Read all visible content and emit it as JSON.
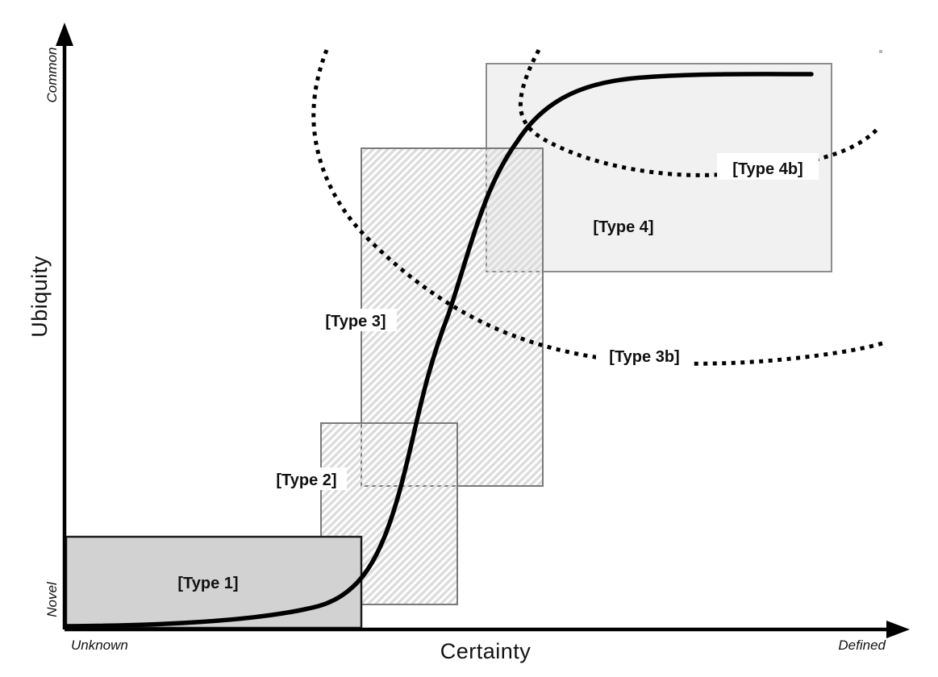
{
  "diagram": {
    "x_axis": {
      "title": "Certainty",
      "left_label": "Unknown",
      "right_label": "Defined"
    },
    "y_axis": {
      "title": "Ubiquity",
      "bottom_label": "Novel",
      "top_label": "Common"
    },
    "labels": {
      "type1": "[Type 1]",
      "type2": "[Type 2]",
      "type3": "[Type 3]",
      "type4": "[Type 4]",
      "type3b": "[Type 3b]",
      "type4b": "[Type 4b]"
    },
    "colors": {
      "background": "#ffffff",
      "axis": "#000000",
      "curve": "#000000",
      "dotted_curve": "#000000",
      "type1_fill": "#d2d2d2",
      "type1_border": "#1a1a1a",
      "type4_fill": "#f1f1f1",
      "box_border": "#7a7a7a",
      "hatch_stripe": "#dcdcdc",
      "label_knockout": "#ffffff"
    }
  },
  "chart_data": {
    "type": "line",
    "title": "",
    "xlabel": "Certainty",
    "ylabel": "Ubiquity",
    "x_range_labels": [
      "Unknown",
      "Defined"
    ],
    "y_range_labels": [
      "Novel",
      "Common"
    ],
    "grid": false,
    "legend": "none",
    "series": [
      {
        "name": "ubiquity-certainty-s-curve",
        "style": "solid",
        "points_pct": [
          [
            0.2,
            0.5
          ],
          [
            21.1,
            1.6
          ],
          [
            30.2,
            3.9
          ],
          [
            36.1,
            10.1
          ],
          [
            39.6,
            22.0
          ],
          [
            42.2,
            36.8
          ],
          [
            45.7,
            52.8
          ],
          [
            49.4,
            68.3
          ],
          [
            53.8,
            81.6
          ],
          [
            60.9,
            90.1
          ],
          [
            70.2,
            92.6
          ],
          [
            88.9,
            93.0
          ]
        ]
      },
      {
        "name": "[Type 3b] boundary",
        "style": "dotted",
        "points_pct": [
          [
            31.2,
            97.0
          ],
          [
            29.8,
            83.1
          ],
          [
            31.9,
            73.5
          ],
          [
            36.0,
            65.6
          ],
          [
            43.6,
            56.5
          ],
          [
            52.3,
            49.8
          ],
          [
            62.4,
            45.5
          ],
          [
            73.9,
            44.3
          ],
          [
            87.3,
            45.5
          ],
          [
            97.6,
            48.0
          ]
        ]
      },
      {
        "name": "[Type 4b] boundary",
        "style": "dotted",
        "points_pct": [
          [
            56.4,
            97.0
          ],
          [
            54.3,
            86.8
          ],
          [
            57.6,
            81.6
          ],
          [
            64.1,
            78.1
          ],
          [
            72.2,
            76.2
          ],
          [
            86.9,
            77.9
          ],
          [
            96.7,
            83.8
          ]
        ]
      }
    ],
    "regions": [
      {
        "label": "[Type 1]",
        "fill": "solid-gray",
        "x_pct": [
          0.2,
          35.3
        ],
        "y_pct": [
          0.3,
          15.5
        ]
      },
      {
        "label": "[Type 2]",
        "fill": "hatched",
        "x_pct": [
          30.5,
          46.7
        ],
        "y_pct": [
          4.2,
          34.5
        ]
      },
      {
        "label": "[Type 3]",
        "fill": "hatched",
        "x_pct": [
          35.3,
          56.9
        ],
        "y_pct": [
          24.0,
          80.6
        ]
      },
      {
        "label": "[Type 4]",
        "fill": "light-gray",
        "x_pct": [
          50.2,
          91.3
        ],
        "y_pct": [
          59.9,
          94.7
        ]
      }
    ]
  }
}
